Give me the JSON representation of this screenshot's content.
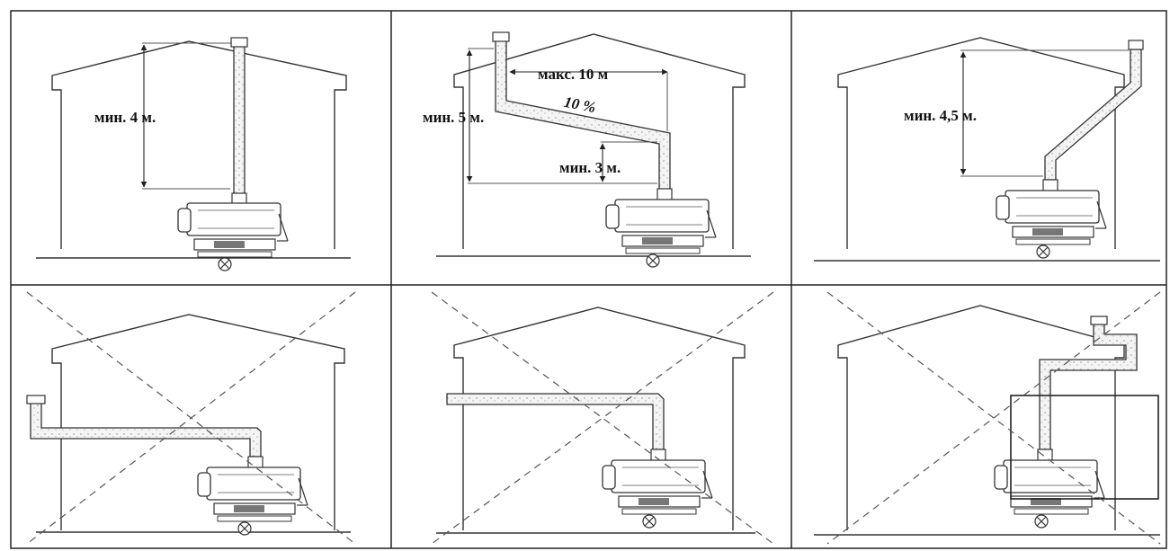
{
  "labels": {
    "min_4m": "мин. 4 м.",
    "max_10m": "макс. 10 м",
    "slope": "10 %",
    "min_5m": "мин. 5 м.",
    "min_3m": "мин. 3 м.",
    "min_4_5m": "мин. 4,5 м."
  },
  "colors": {
    "line": "#333333",
    "dash": "#555555",
    "heater": "#e6e6e6"
  }
}
